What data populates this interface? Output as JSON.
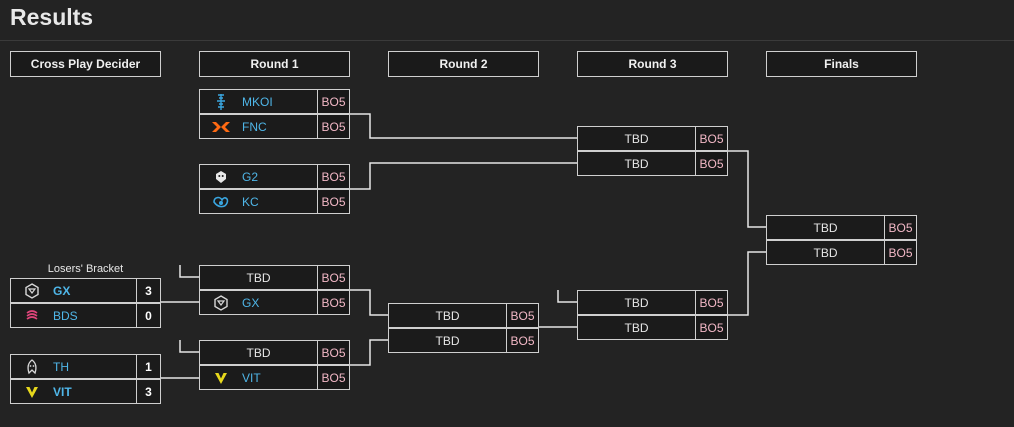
{
  "page": {
    "title": "Results"
  },
  "headers": [
    "Cross Play Decider",
    "Round 1",
    "Round 2",
    "Round 3",
    "Finals"
  ],
  "losers_bracket_label": "Losers' Bracket",
  "decider": [
    {
      "teams": [
        {
          "name": "GX",
          "score": "3",
          "winner": true,
          "icon": "gx-logo-icon"
        },
        {
          "name": "BDS",
          "score": "0",
          "winner": false,
          "icon": "bds-logo-icon"
        }
      ]
    },
    {
      "teams": [
        {
          "name": "TH",
          "score": "1",
          "winner": false,
          "icon": "th-logo-icon"
        },
        {
          "name": "VIT",
          "score": "3",
          "winner": true,
          "icon": "vit-logo-icon"
        }
      ]
    }
  ],
  "round1": [
    {
      "teams": [
        {
          "name": "MKOI",
          "bo": "BO5",
          "icon": "mkoi-logo-icon"
        },
        {
          "name": "FNC",
          "bo": "BO5",
          "icon": "fnc-logo-icon"
        }
      ]
    },
    {
      "teams": [
        {
          "name": "G2",
          "bo": "BO5",
          "icon": "g2-logo-icon"
        },
        {
          "name": "KC",
          "bo": "BO5",
          "icon": "kc-logo-icon"
        }
      ]
    },
    {
      "teams": [
        {
          "name": "TBD",
          "bo": "BO5"
        },
        {
          "name": "GX",
          "bo": "BO5",
          "icon": "gx-logo-icon"
        }
      ]
    },
    {
      "teams": [
        {
          "name": "TBD",
          "bo": "BO5"
        },
        {
          "name": "VIT",
          "bo": "BO5",
          "icon": "vit-logo-icon"
        }
      ]
    }
  ],
  "round2": [
    {
      "teams": [
        {
          "name": "TBD",
          "bo": "BO5"
        },
        {
          "name": "TBD",
          "bo": "BO5"
        }
      ]
    }
  ],
  "round3": [
    {
      "teams": [
        {
          "name": "TBD",
          "bo": "BO5"
        },
        {
          "name": "TBD",
          "bo": "BO5"
        }
      ]
    },
    {
      "teams": [
        {
          "name": "TBD",
          "bo": "BO5"
        },
        {
          "name": "TBD",
          "bo": "BO5"
        }
      ]
    }
  ],
  "finals": [
    {
      "teams": [
        {
          "name": "TBD",
          "bo": "BO5"
        },
        {
          "name": "TBD",
          "bo": "BO5"
        }
      ]
    }
  ],
  "colors": {
    "team_link": "#4fb6e8",
    "bo": "#f2b8c6",
    "line": "#e6e6e6"
  }
}
